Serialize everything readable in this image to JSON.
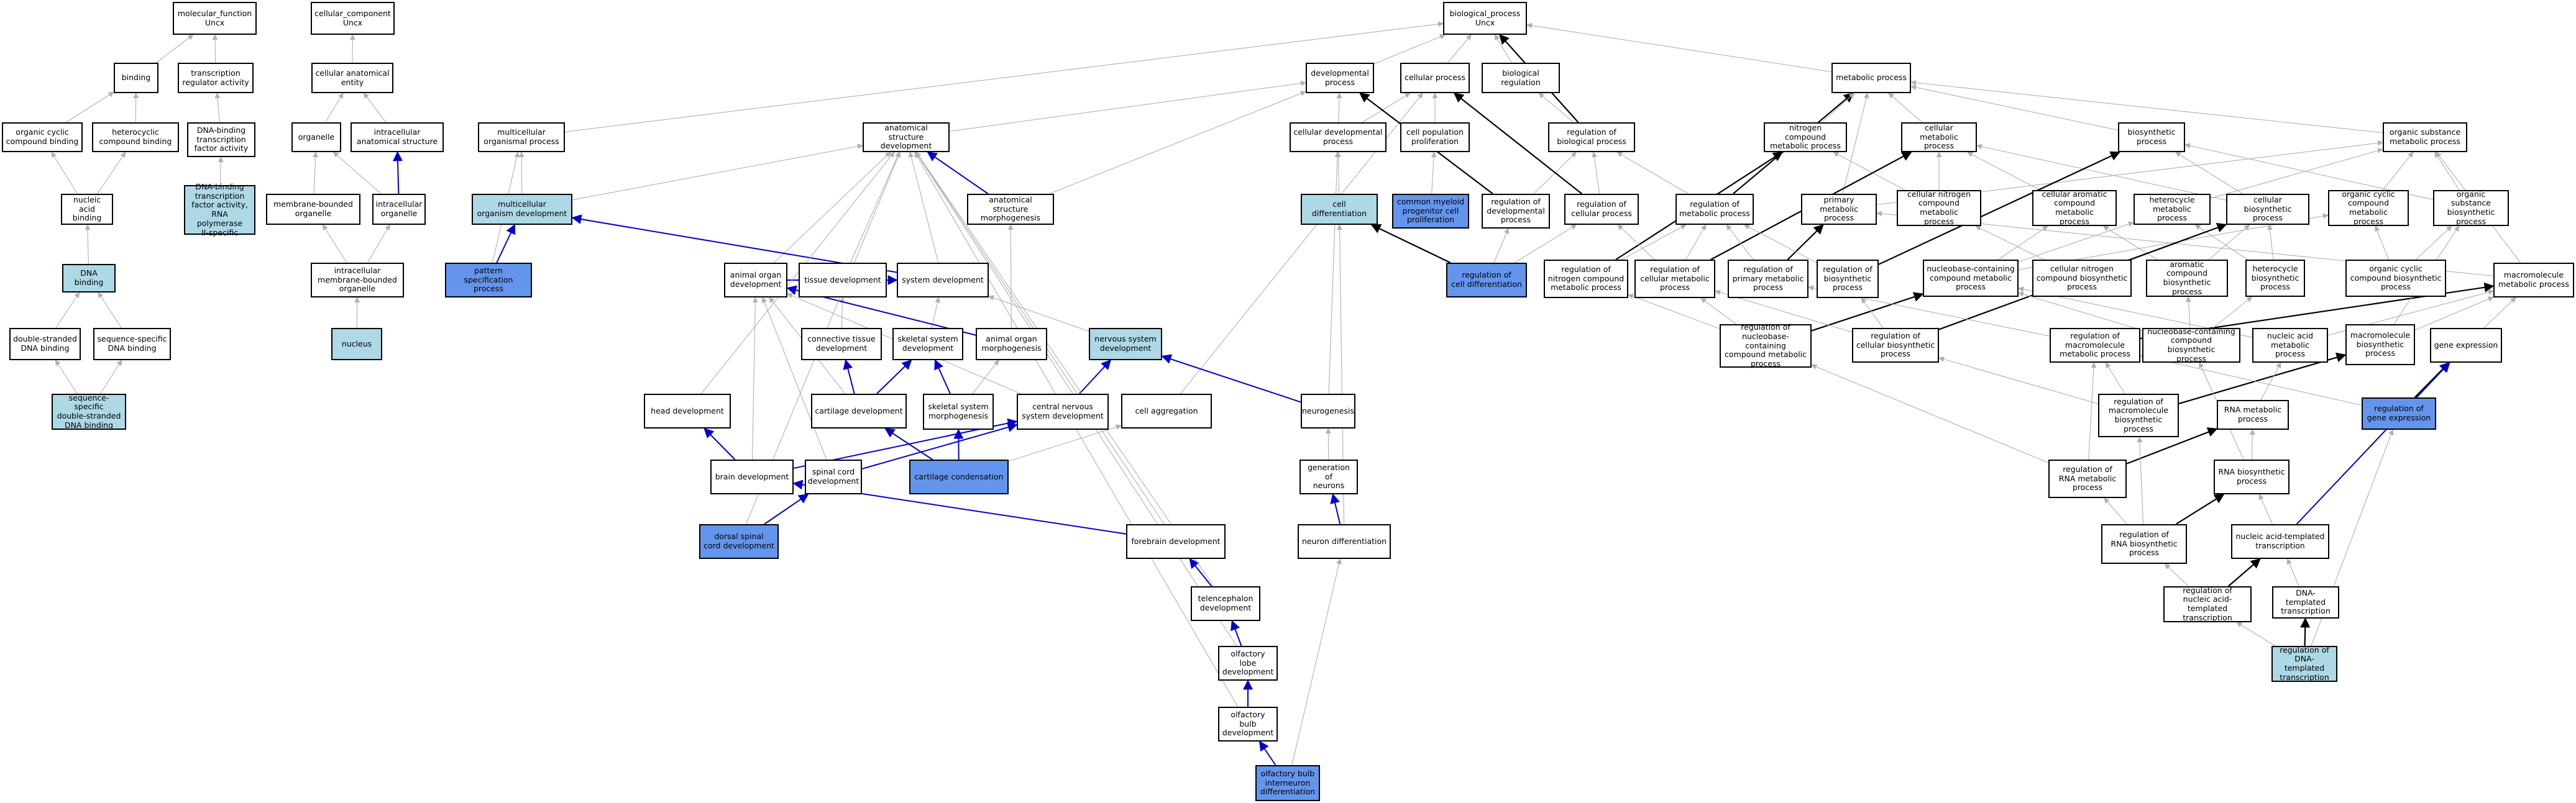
{
  "colors": {
    "edge_gray": "#b0b0b0",
    "edge_black": "#000000",
    "edge_blue": "#0000cc",
    "highlight_light": "#add8e6",
    "highlight_dark": "#6495ed"
  },
  "nodes": [
    {
      "id": "mf",
      "label": "molecular_function\nUncx"
    },
    {
      "id": "cc",
      "label": "cellular_component\nUncx"
    },
    {
      "id": "bp",
      "label": "biological_process\nUncx"
    },
    {
      "id": "binding",
      "label": "binding"
    },
    {
      "id": "trans_reg",
      "label": "transcription\nregulator activity"
    },
    {
      "id": "cell_anat",
      "label": "cellular anatomical\nentity"
    },
    {
      "id": "org_cyc_bind",
      "label": "organic cyclic\ncompound binding"
    },
    {
      "id": "het_bind",
      "label": "heterocyclic\ncompound binding"
    },
    {
      "id": "dnab_tf",
      "label": "DNA-binding\ntranscription\nfactor activity"
    },
    {
      "id": "organelle",
      "label": "organelle"
    },
    {
      "id": "intra_anat",
      "label": "intracellular\nanatomical structure"
    },
    {
      "id": "nuc_acid_bind",
      "label": "nucleic acid\nbinding"
    },
    {
      "id": "dnab_tf_pol2",
      "label": "DNA-binding\ntranscription\nfactor activity,\nRNA polymerase\nII-specific",
      "hl": "light"
    },
    {
      "id": "mem_org",
      "label": "membrane-bounded\norganelle"
    },
    {
      "id": "intra_org",
      "label": "intracellular\norganelle"
    },
    {
      "id": "intra_mem_org",
      "label": "intracellular\nmembrane-bounded\norganelle"
    },
    {
      "id": "dna_binding",
      "label": "DNA binding",
      "hl": "light"
    },
    {
      "id": "nucleus",
      "label": "nucleus",
      "hl": "light"
    },
    {
      "id": "ds_dna",
      "label": "double-stranded\nDNA binding"
    },
    {
      "id": "seq_dna",
      "label": "sequence-specific\nDNA binding"
    },
    {
      "id": "seq_ds_dna",
      "label": "sequence-specific\ndouble-stranded\nDNA binding",
      "hl": "light"
    },
    {
      "id": "multi_org_proc",
      "label": "multicellular\norganismal process"
    },
    {
      "id": "multi_org_dev",
      "label": "multicellular\norganism development",
      "hl": "light"
    },
    {
      "id": "pattern_spec",
      "label": "pattern specification\nprocess",
      "hl": "dark"
    },
    {
      "id": "anat_dev",
      "label": "anatomical structure\ndevelopment"
    },
    {
      "id": "anat_morph",
      "label": "anatomical structure\nmorphogenesis"
    },
    {
      "id": "animal_organ_dev",
      "label": "animal organ\ndevelopment"
    },
    {
      "id": "tissue_dev",
      "label": "tissue development"
    },
    {
      "id": "system_dev",
      "label": "system development"
    },
    {
      "id": "conn_tissue",
      "label": "connective tissue\ndevelopment"
    },
    {
      "id": "skel_dev",
      "label": "skeletal system\ndevelopment"
    },
    {
      "id": "animal_organ_morph",
      "label": "animal organ\nmorphogenesis"
    },
    {
      "id": "nerv_dev",
      "label": "nervous system\ndevelopment",
      "hl": "light"
    },
    {
      "id": "head_dev",
      "label": "head development"
    },
    {
      "id": "cartilage_dev",
      "label": "cartilage development"
    },
    {
      "id": "skel_morph",
      "label": "skeletal system\nmorphogenesis"
    },
    {
      "id": "cns_dev",
      "label": "central nervous\nsystem development"
    },
    {
      "id": "cell_agg",
      "label": "cell aggregation"
    },
    {
      "id": "neurogenesis",
      "label": "neurogenesis"
    },
    {
      "id": "brain_dev",
      "label": "brain development"
    },
    {
      "id": "spinal_dev",
      "label": "spinal cord\ndevelopment"
    },
    {
      "id": "cart_cond",
      "label": "cartilage condensation",
      "hl": "dark"
    },
    {
      "id": "gen_neurons",
      "label": "generation of\nneurons"
    },
    {
      "id": "dorsal_spinal",
      "label": "dorsal spinal\ncord development",
      "hl": "dark"
    },
    {
      "id": "forebrain",
      "label": "forebrain development"
    },
    {
      "id": "neuron_diff",
      "label": "neuron differentiation"
    },
    {
      "id": "telencephalon",
      "label": "telencephalon\ndevelopment"
    },
    {
      "id": "olf_lobe",
      "label": "olfactory lobe\ndevelopment"
    },
    {
      "id": "olf_bulb",
      "label": "olfactory bulb\ndevelopment"
    },
    {
      "id": "olf_interneuron",
      "label": "olfactory bulb\ninterneuron\ndifferentiation",
      "hl": "dark"
    },
    {
      "id": "dev_proc",
      "label": "developmental\nprocess"
    },
    {
      "id": "cell_proc",
      "label": "cellular process"
    },
    {
      "id": "bio_reg",
      "label": "biological regulation"
    },
    {
      "id": "metabolic",
      "label": "metabolic process"
    },
    {
      "id": "cell_dev_proc",
      "label": "cellular developmental\nprocess"
    },
    {
      "id": "cell_pop",
      "label": "cell population\nproliferation"
    },
    {
      "id": "reg_bio",
      "label": "regulation of\nbiological process"
    },
    {
      "id": "nitrogen_met",
      "label": "nitrogen compound\nmetabolic process"
    },
    {
      "id": "cell_met",
      "label": "cellular metabolic\nprocess"
    },
    {
      "id": "biosynthetic",
      "label": "biosynthetic\nprocess"
    },
    {
      "id": "org_sub_met",
      "label": "organic substance\nmetabolic process"
    },
    {
      "id": "cell_diff",
      "label": "cell differentiation",
      "hl": "light"
    },
    {
      "id": "cmp",
      "label": "common myeloid\nprogenitor cell\nproliferation",
      "hl": "dark"
    },
    {
      "id": "reg_dev",
      "label": "regulation of\ndevelopmental\nprocess"
    },
    {
      "id": "reg_cell_proc",
      "label": "regulation of\ncellular process"
    },
    {
      "id": "reg_met",
      "label": "regulation of\nmetabolic process"
    },
    {
      "id": "prim_met",
      "label": "primary metabolic\nprocess"
    },
    {
      "id": "cell_nit_met",
      "label": "cellular nitrogen\ncompound metabolic\nprocess"
    },
    {
      "id": "cell_arom_met",
      "label": "cellular aromatic\ncompound metabolic\nprocess"
    },
    {
      "id": "het_met",
      "label": "heterocycle\nmetabolic process"
    },
    {
      "id": "cell_bios",
      "label": "cellular biosynthetic\nprocess"
    },
    {
      "id": "org_cyc_met",
      "label": "organic cyclic\ncompound metabolic\nprocess"
    },
    {
      "id": "org_sub_bios",
      "label": "organic substance\nbiosynthetic\nprocess"
    },
    {
      "id": "reg_cell_diff",
      "label": "regulation of\ncell differentiation",
      "hl": "dark"
    },
    {
      "id": "reg_nit_met",
      "label": "regulation of\nnitrogen compound\nmetabolic process"
    },
    {
      "id": "reg_cell_met",
      "label": "regulation of\ncellular metabolic\nprocess"
    },
    {
      "id": "reg_prim_met",
      "label": "regulation of\nprimary metabolic\nprocess"
    },
    {
      "id": "reg_bios",
      "label": "regulation of\nbiosynthetic\nprocess"
    },
    {
      "id": "nucleobase_met",
      "label": "nucleobase-containing\ncompound metabolic\nprocess"
    },
    {
      "id": "cell_nit_bios",
      "label": "cellular nitrogen\ncompound biosynthetic\nprocess"
    },
    {
      "id": "arom_bios",
      "label": "aromatic compound\nbiosynthetic\nprocess"
    },
    {
      "id": "het_bios",
      "label": "heterocycle\nbiosynthetic\nprocess"
    },
    {
      "id": "org_cyc_bios",
      "label": "organic cyclic\ncompound biosynthetic\nprocess"
    },
    {
      "id": "macromol_met",
      "label": "macromolecule\nmetabolic process"
    },
    {
      "id": "reg_nucleobase",
      "label": "regulation of\nnucleobase-containing\ncompound metabolic\nprocess"
    },
    {
      "id": "reg_cell_bios",
      "label": "regulation of\ncellular biosynthetic\nprocess"
    },
    {
      "id": "reg_macro_met",
      "label": "regulation of\nmacromolecule\nmetabolic process"
    },
    {
      "id": "nucleobase_bios",
      "label": "nucleobase-containing\ncompound biosynthetic\nprocess"
    },
    {
      "id": "nucacid_met",
      "label": "nucleic acid\nmetabolic process"
    },
    {
      "id": "macro_bios",
      "label": "macromolecule\nbiosynthetic\nprocess"
    },
    {
      "id": "gene_expr",
      "label": "gene expression"
    },
    {
      "id": "reg_macro_bios",
      "label": "regulation of\nmacromolecule\nbiosynthetic\nprocess"
    },
    {
      "id": "rna_met",
      "label": "RNA metabolic\nprocess"
    },
    {
      "id": "reg_gene_expr",
      "label": "regulation of\ngene expression",
      "hl": "dark"
    },
    {
      "id": "reg_rna_met",
      "label": "regulation of\nRNA metabolic\nprocess"
    },
    {
      "id": "rna_bios",
      "label": "RNA biosynthetic\nprocess"
    },
    {
      "id": "reg_rna_bios",
      "label": "regulation of\nRNA biosynthetic\nprocess"
    },
    {
      "id": "nat",
      "label": "nucleic acid-templated\ntranscription"
    },
    {
      "id": "reg_nat",
      "label": "regulation of\nnucleic acid-templated\ntranscription"
    },
    {
      "id": "dna_tt",
      "label": "DNA-templated\ntranscription"
    },
    {
      "id": "reg_dna_tt",
      "label": "regulation of\nDNA-templated\ntranscription",
      "hl": "light"
    }
  ]
}
